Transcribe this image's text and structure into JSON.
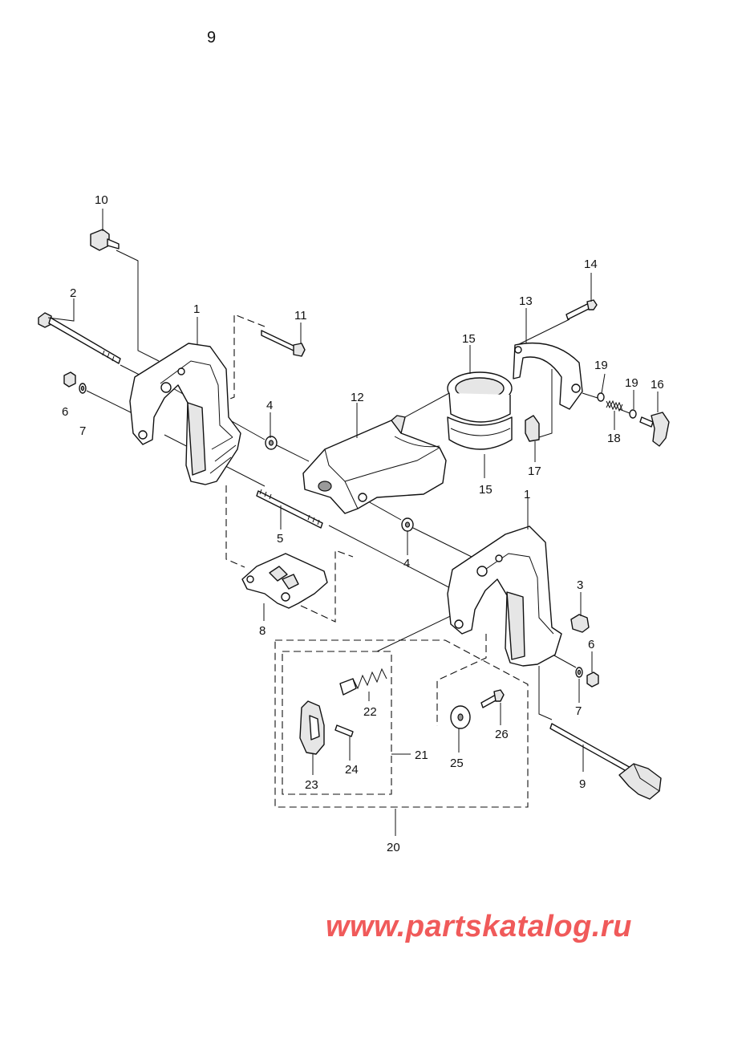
{
  "page_number": "9",
  "watermark": "www.partskatalog.ru",
  "callouts": {
    "c1a": "1",
    "c1b": "1",
    "c2": "2",
    "c3": "3",
    "c4a": "4",
    "c4b": "4",
    "c5": "5",
    "c6a": "6",
    "c6b": "6",
    "c7a": "7",
    "c7b": "7",
    "c8": "8",
    "c9": "9",
    "c10": "10",
    "c11": "11",
    "c12": "12",
    "c13": "13",
    "c14": "14",
    "c15a": "15",
    "c15b": "15",
    "c16": "16",
    "c17": "17",
    "c18": "18",
    "c19a": "19",
    "c19b": "19",
    "c20": "20",
    "c21": "21",
    "c22": "22",
    "c23": "23",
    "c24": "24",
    "c25": "25",
    "c26": "26"
  }
}
